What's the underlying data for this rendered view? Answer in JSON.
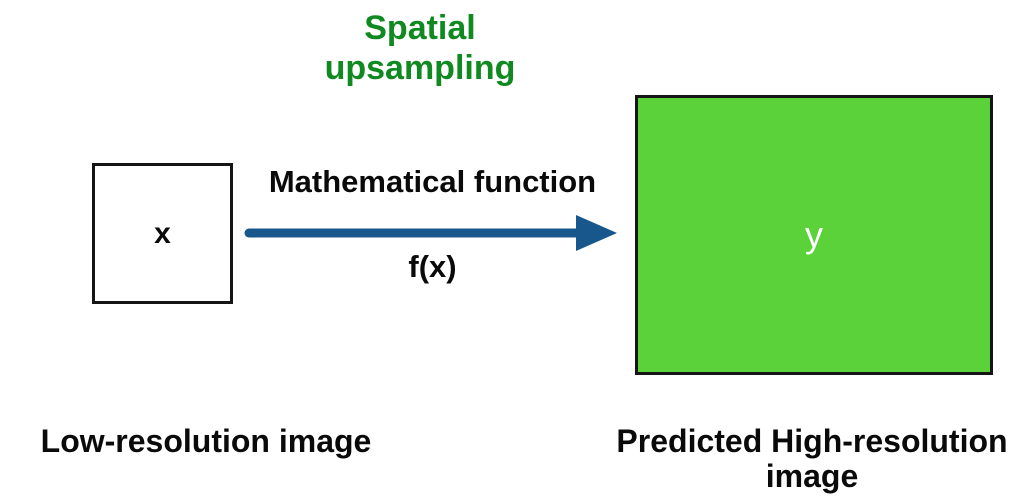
{
  "title": {
    "line1": "Spatial",
    "line2": "upsampling"
  },
  "low_res_box": {
    "label": "x"
  },
  "high_res_box": {
    "label": "y"
  },
  "arrow": {
    "label_top": "Mathematical function",
    "label_bottom": "f(x)"
  },
  "captions": {
    "low": "Low-resolution image",
    "high_line1": "Predicted High-resolution",
    "high_line2": "image"
  },
  "colors": {
    "title-green": "#108a20",
    "box-green": "#5cd23a",
    "arrow-blue": "#17578c",
    "text-black": "#0a0a0a",
    "border-black": "#151515",
    "background": "#ffffff"
  }
}
